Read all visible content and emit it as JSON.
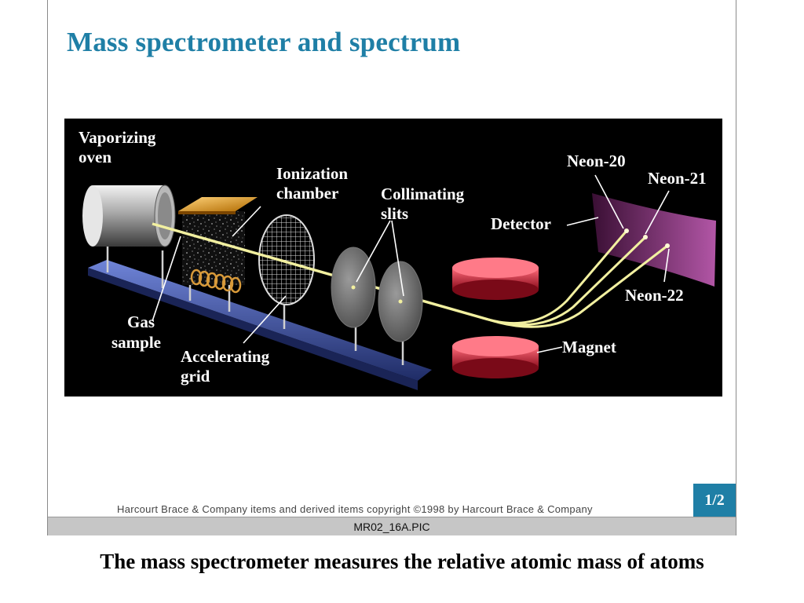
{
  "slide": {
    "title": "Mass spectrometer and spectrum",
    "copyright": "Harcourt Brace & Company items and derived items copyright ©1998 by Harcourt Brace & Company",
    "page_badge": "1/2",
    "file_name": "MR02_16A.PIC"
  },
  "diagram": {
    "labels": {
      "vaporizing_oven_1": "Vaporizing",
      "vaporizing_oven_2": "oven",
      "ionization_chamber_1": "Ionization",
      "ionization_chamber_2": "chamber",
      "collimating_slits_1": "Collimating",
      "collimating_slits_2": "slits",
      "detector": "Detector",
      "neon_20": "Neon-20",
      "neon_21": "Neon-21",
      "neon_22": "Neon-22",
      "gas_sample_1": "Gas",
      "gas_sample_2": "sample",
      "accelerating_grid_1": "Accelerating",
      "accelerating_grid_2": "grid",
      "magnet": "Magnet"
    },
    "colors": {
      "background": "#000000",
      "beam": "#f2f0a0",
      "magnet": "#d7283a",
      "detector": "#7a2a6a",
      "base": "#3a4fa0"
    }
  },
  "caption": "The mass spectrometer measures the relative atomic mass of atoms"
}
